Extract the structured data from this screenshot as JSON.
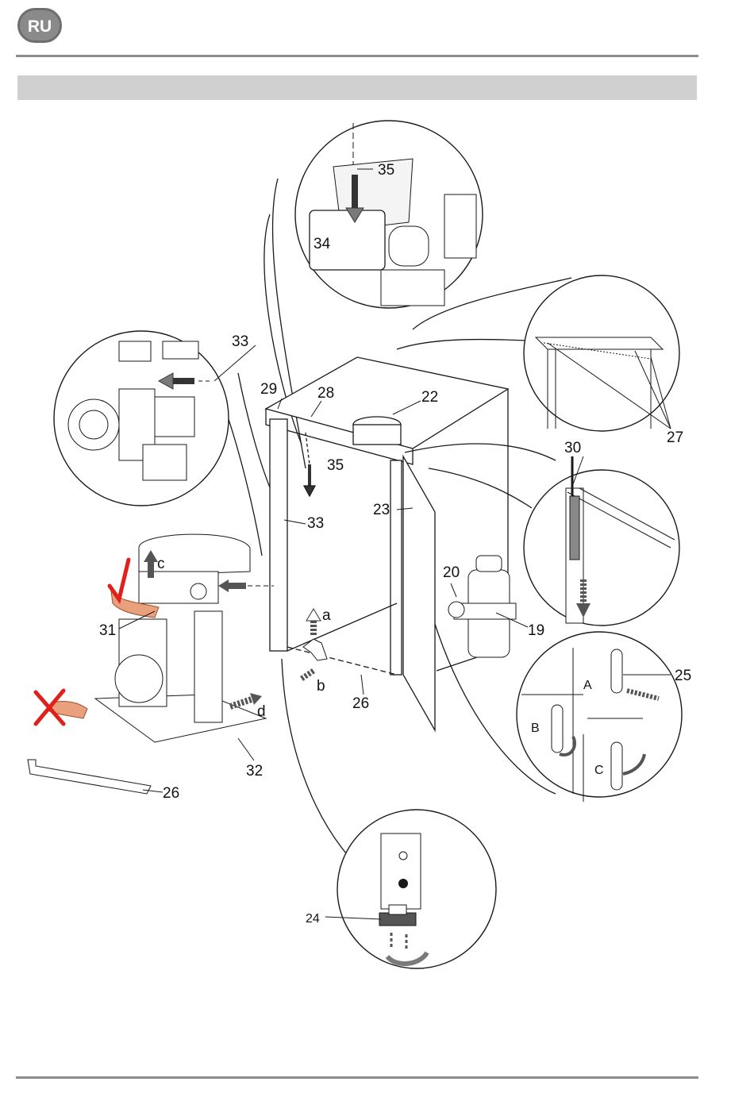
{
  "header": {
    "language_badge": "RU"
  },
  "callouts": {
    "c19": "19",
    "c20": "20",
    "c22": "22",
    "c23": "23",
    "c24": "24",
    "c25": "25",
    "c26_main": "26",
    "c26_rail": "26",
    "c27": "27",
    "c28": "28",
    "c29": "29",
    "c30": "30",
    "c31": "31",
    "c32": "32",
    "c33_detail": "33",
    "c33_frame": "33",
    "c34": "34",
    "c35_detail": "35",
    "c35_frame": "35"
  },
  "letters": {
    "a": "a",
    "b": "b",
    "c": "c",
    "d": "d",
    "A": "A",
    "B": "B",
    "C": "C"
  },
  "colors": {
    "line": "#1a1a1a",
    "arrow_fill": "#7a7a7a",
    "mark": "#e0201a",
    "hand": "#e9a07c",
    "rule": "#8c8c8c",
    "bar": "#d0d0d0"
  },
  "icons": {
    "approve_mark": "checkmark-icon",
    "reject_mark": "cross-icon"
  }
}
